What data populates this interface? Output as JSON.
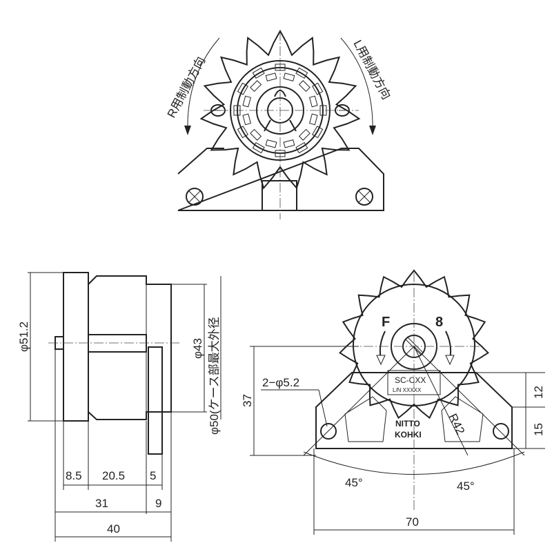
{
  "top_view": {
    "left_direction_label": "R用制動方向",
    "right_direction_label": "L用制動方向"
  },
  "side_view": {
    "dim_outer_dia": "φ51.2",
    "dim_hub_dia": "φ43",
    "dim_case_dia": "φ50(ケース部最大外径",
    "dim_8_5": "8.5",
    "dim_20_5": "20.5",
    "dim_5": "5",
    "dim_31": "31",
    "dim_9": "9",
    "dim_40": "40"
  },
  "front_view": {
    "label_f": "F",
    "label_s": "8",
    "model_label": "SC-CXX",
    "lot_label": "L/N XXXXX",
    "brand_line1": "NITTO",
    "brand_line2": "KOHKI",
    "dim_holes": "2−φ5.2",
    "dim_37": "37",
    "dim_12": "12",
    "dim_15": "15",
    "dim_radius": "R42",
    "angle_left": "45°",
    "angle_right": "45°",
    "dim_70": "70"
  }
}
